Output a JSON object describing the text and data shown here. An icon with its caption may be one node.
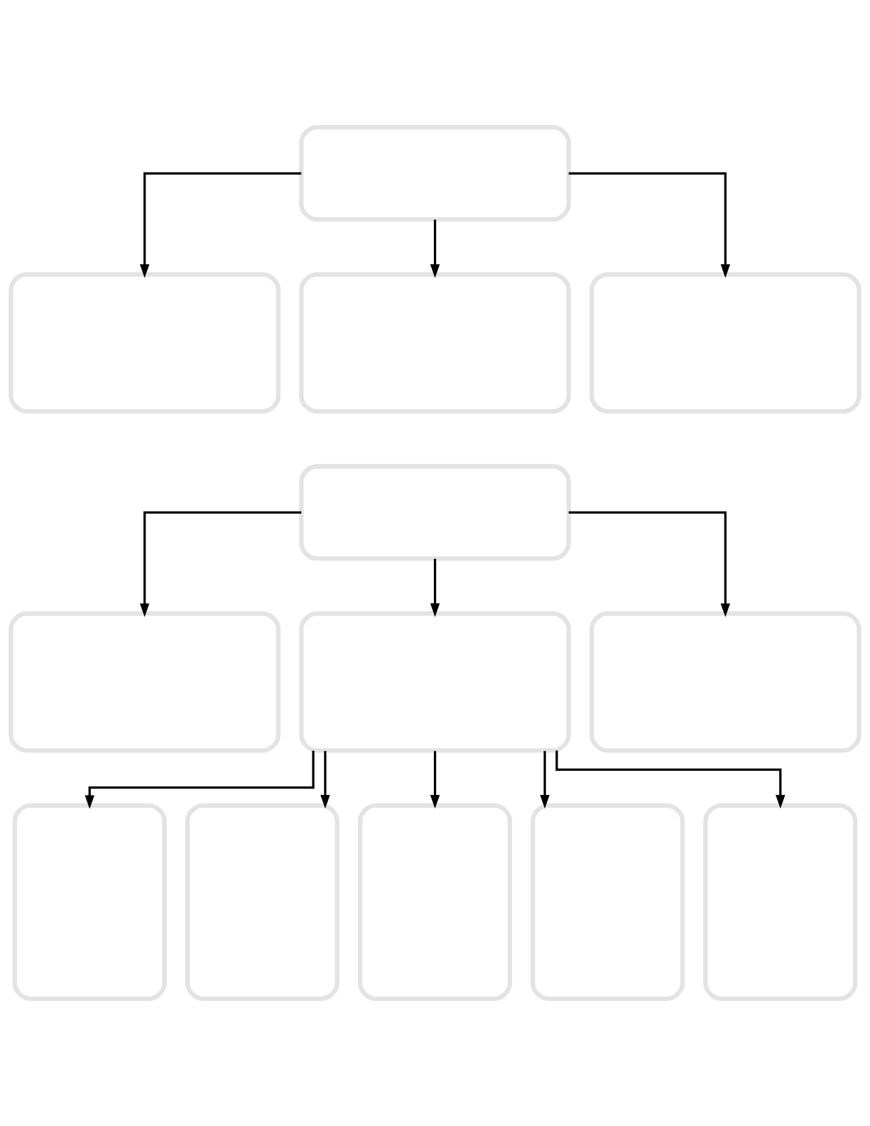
{
  "diagram": {
    "nodes": [
      {
        "text": [],
        "shape": "box"
      },
      {
        "text": [],
        "shape": "box"
      },
      {
        "text": [],
        "shape": "box"
      },
      {
        "text": [],
        "shape": "box"
      },
      {
        "text": [],
        "shape": "box"
      },
      {
        "text": [],
        "shape": "box"
      },
      {
        "text": [],
        "shape": "box"
      },
      {
        "text": [],
        "shape": "box"
      },
      {
        "text": [],
        "shape": "box"
      },
      {
        "text": [],
        "shape": "box"
      },
      {
        "text": [],
        "shape": "box"
      },
      {
        "text": [],
        "shape": "box"
      },
      {
        "text": [],
        "shape": "box"
      }
    ],
    "edges": [
      {
        "from": 0,
        "to": 1,
        "arrow": "to"
      },
      {
        "from": 0,
        "to": 2,
        "arrow": "to"
      },
      {
        "from": 0,
        "to": 3,
        "arrow": "to"
      },
      {
        "from": 4,
        "to": 5,
        "arrow": "to"
      },
      {
        "from": 4,
        "to": 6,
        "arrow": "to"
      },
      {
        "from": 4,
        "to": 7,
        "arrow": "to"
      },
      {
        "from": 6,
        "to": 8,
        "arrow": "to"
      },
      {
        "from": 6,
        "to": 9,
        "arrow": "to"
      },
      {
        "from": 6,
        "to": 10,
        "arrow": "to"
      },
      {
        "from": 6,
        "to": 11,
        "arrow": "to"
      },
      {
        "from": 6,
        "to": 12,
        "arrow": "to"
      }
    ]
  }
}
